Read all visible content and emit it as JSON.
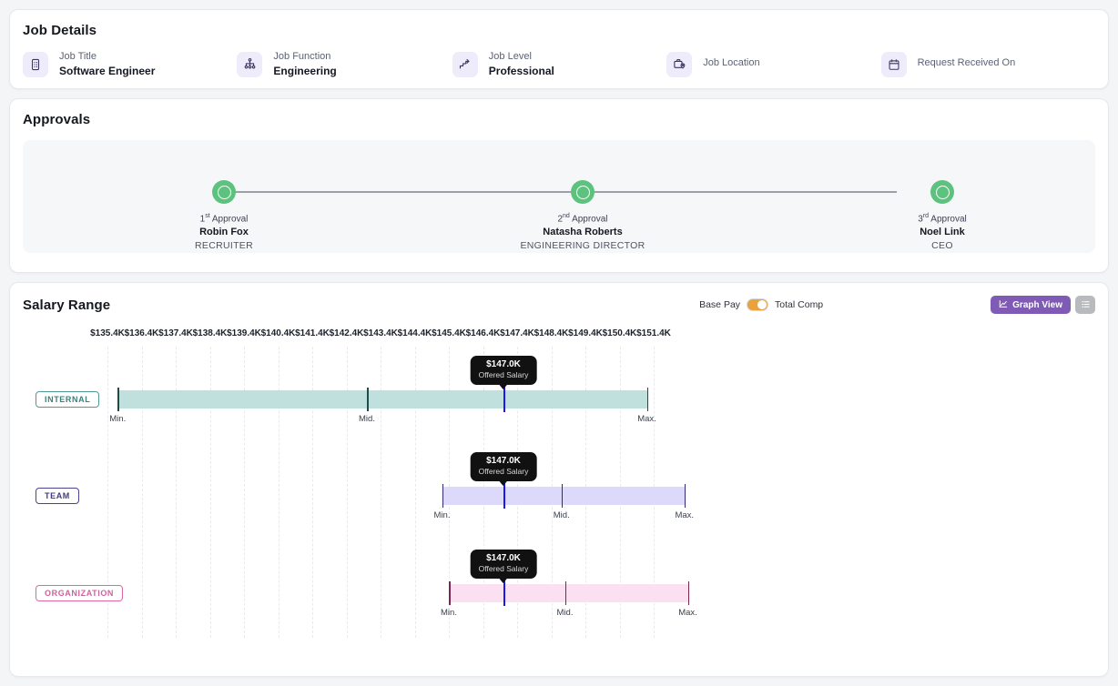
{
  "job_details": {
    "title": "Job Details",
    "fields": [
      {
        "icon": "job-title-icon",
        "label": "Job Title",
        "value": "Software Engineer"
      },
      {
        "icon": "job-function-icon",
        "label": "Job Function",
        "value": "Engineering"
      },
      {
        "icon": "job-level-icon",
        "label": "Job Level",
        "value": "Professional"
      },
      {
        "icon": "job-location-icon",
        "label": "Job Location",
        "value": ""
      },
      {
        "icon": "calendar-icon",
        "label": "Request Received On",
        "value": ""
      }
    ]
  },
  "approvals": {
    "title": "Approvals",
    "steps": [
      {
        "order": "1",
        "order_suffix": "st",
        "order_label": "Approval",
        "name": "Robin Fox",
        "role": "RECRUITER",
        "status_color": "#5ec27f"
      },
      {
        "order": "2",
        "order_suffix": "nd",
        "order_label": "Approval",
        "name": "Natasha Roberts",
        "role": "ENGINEERING DIRECTOR",
        "status_color": "#5ec27f"
      },
      {
        "order": "3",
        "order_suffix": "rd",
        "order_label": "Approval",
        "name": "Noel Link",
        "role": "CEO",
        "status_color": "#5ec27f"
      }
    ]
  },
  "salary_range": {
    "title": "Salary Range",
    "toggle": {
      "left_label": "Base Pay",
      "right_label": "Total Comp",
      "state": "right",
      "accent_color": "#e8a33d"
    },
    "view_buttons": {
      "graph_label": "Graph View",
      "graph_icon": "chart-line-icon",
      "graph_active": true,
      "graph_color": "#7f5bb5",
      "list_icon": "list-view-icon",
      "list_active": false
    }
  },
  "chart_data": {
    "type": "bar",
    "title": "Salary Range",
    "xlabel": "",
    "ylabel": "",
    "axis_ticks": [
      "$135.4K",
      "$136.4K",
      "$137.4K",
      "$138.4K",
      "$139.4K",
      "$140.4K",
      "$141.4K",
      "$142.4K",
      "$143.4K",
      "$144.4K",
      "$145.4K",
      "$146.4K",
      "$147.4K",
      "$148.4K",
      "$149.4K",
      "$150.4K",
      "$151.4K"
    ],
    "axis_min": 135.4,
    "axis_max": 151.4,
    "grid": true,
    "legend": "none",
    "offered_salary": {
      "value": 147.0,
      "value_label": "$147.0K",
      "caption": "Offered Salary",
      "marker_color": "#1a1ae6"
    },
    "ranges": [
      {
        "name": "INTERNAL",
        "badge_color": "#3f7f78",
        "fill_color": "#bfe0dd",
        "tick_color": "#1d4b46",
        "min": 135.7,
        "mid": 143.0,
        "max": 151.2,
        "min_label": "Min.",
        "mid_label": "Mid.",
        "max_label": "Max.",
        "offered": 147.0
      },
      {
        "name": "TEAM",
        "badge_color": "#413b85",
        "fill_color": "#ddd9fa",
        "tick_color": "#322c6e",
        "min": 145.2,
        "mid": 148.7,
        "max": 152.3,
        "min_label": "Min.",
        "mid_label": "Mid.",
        "max_label": "Max.",
        "offered": 147.0
      },
      {
        "name": "ORGANIZATION",
        "badge_color": "#d1619c",
        "fill_color": "#fbe0f2",
        "tick_color": "#7c2752",
        "min": 145.4,
        "mid": 148.8,
        "max": 152.4,
        "min_label": "Min.",
        "mid_label": "Mid.",
        "max_label": "Max.",
        "offered": 147.0
      }
    ]
  }
}
